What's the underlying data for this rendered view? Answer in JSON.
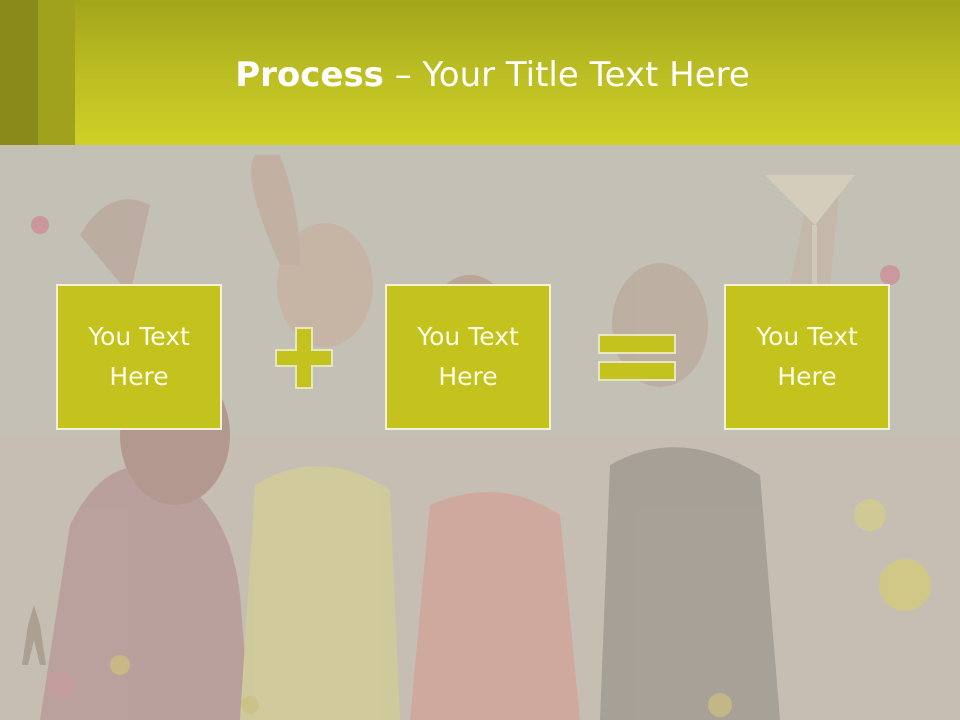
{
  "slide": {
    "title_bold": "Process",
    "title_rest": " – Your Title Text Here",
    "boxes": [
      {
        "label": "You Text Here"
      },
      {
        "label": "You Text Here"
      },
      {
        "label": "You Text Here"
      }
    ],
    "operators": [
      "plus-icon",
      "equals-icon"
    ],
    "colors": {
      "header": "#c2c21f",
      "box_fill": "#c4c21d",
      "box_border": "#f3f1d6",
      "text": "#ffffff"
    }
  }
}
